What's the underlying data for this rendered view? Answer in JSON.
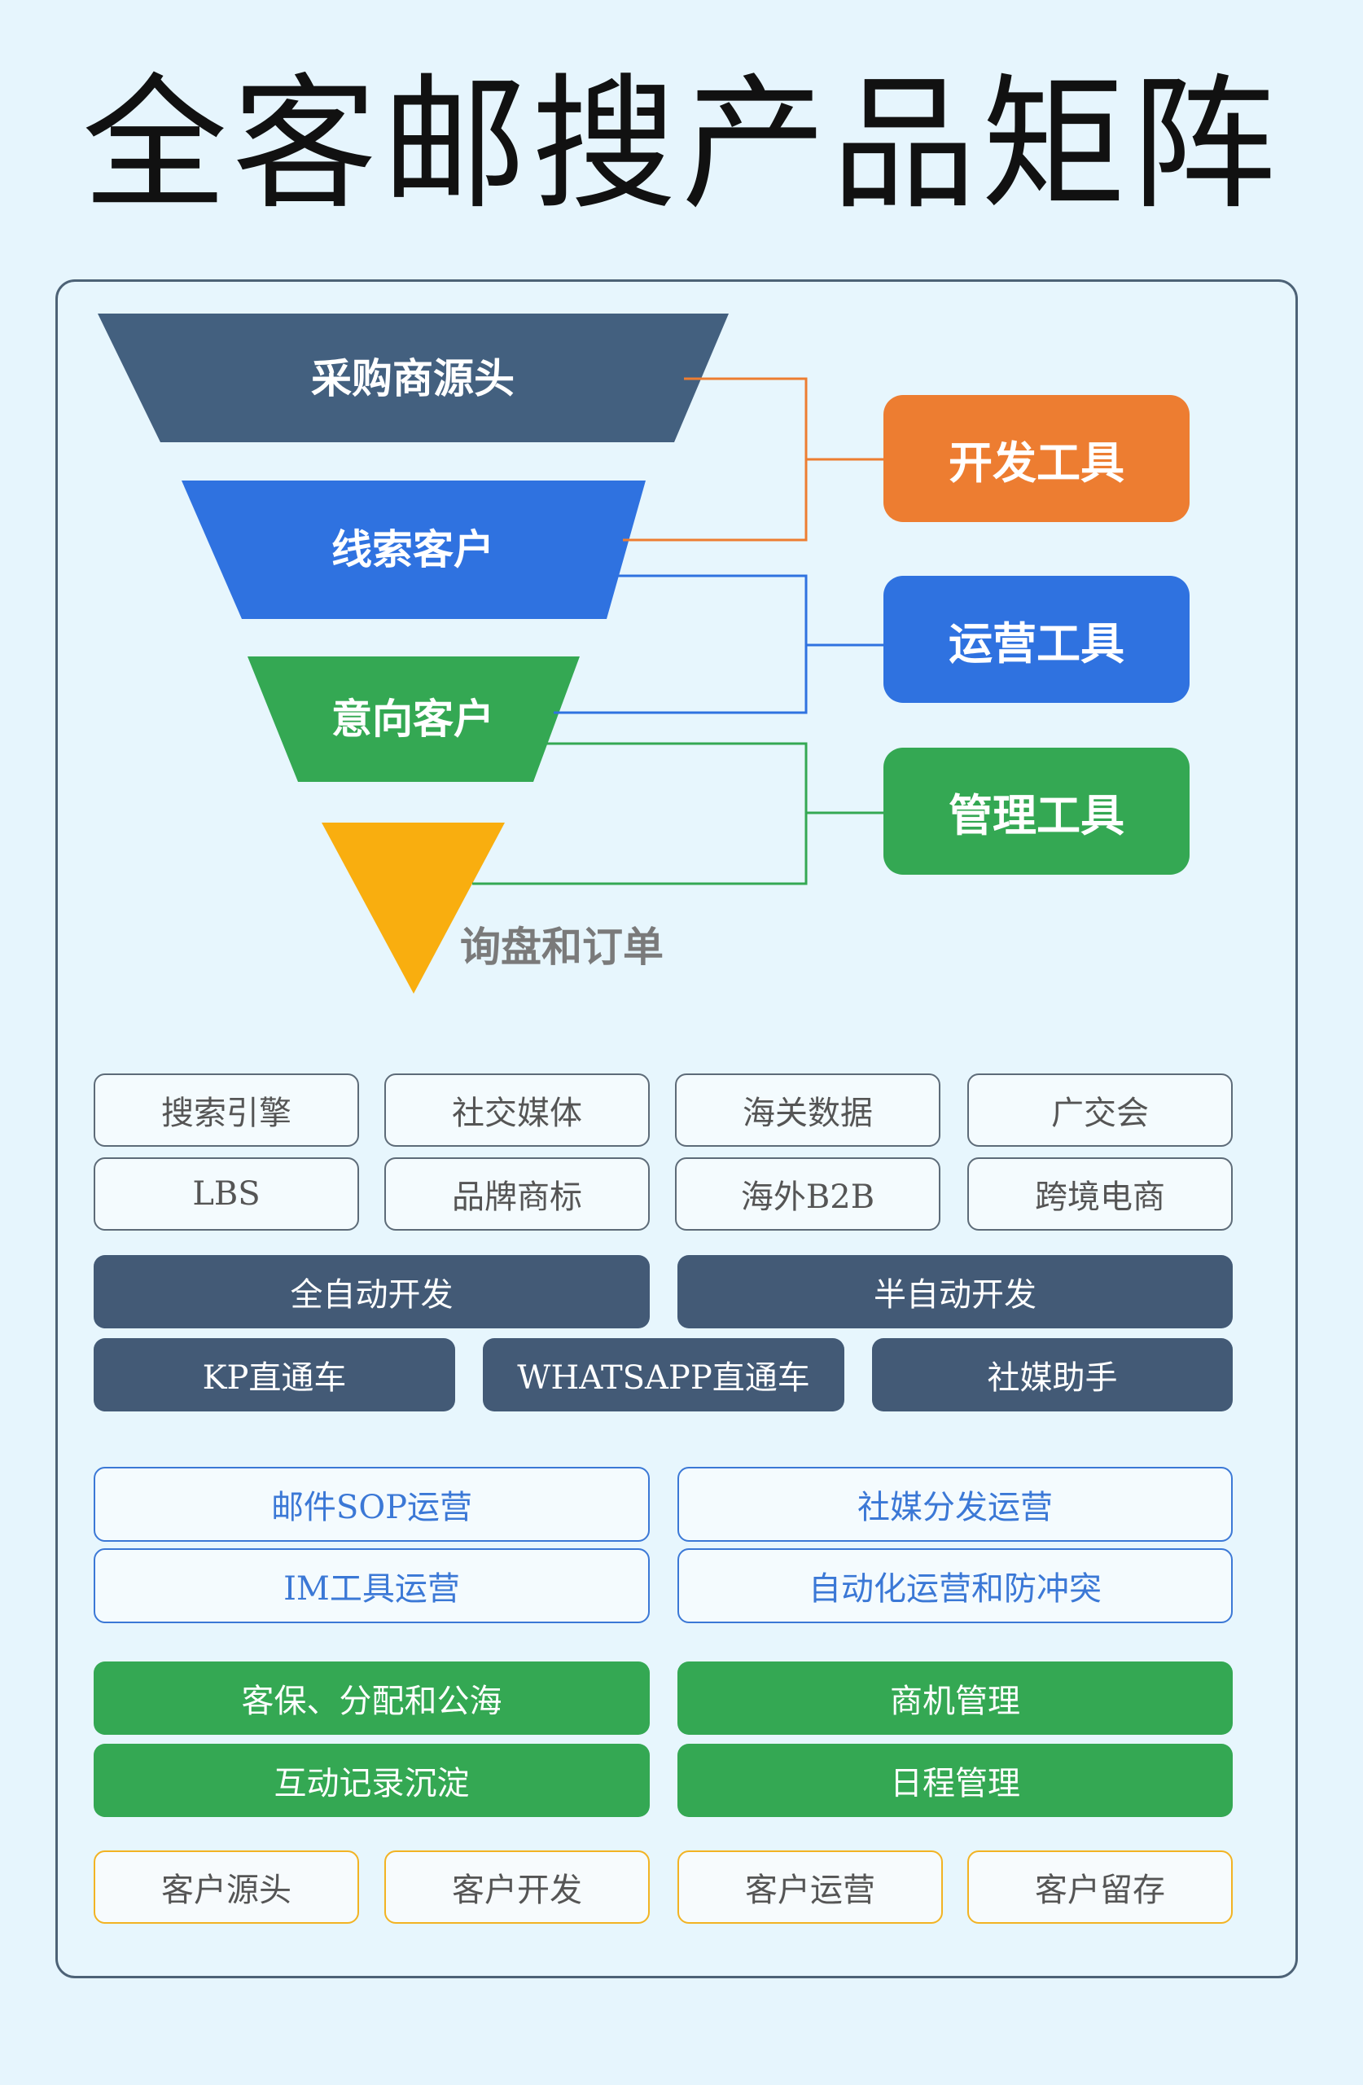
{
  "title": "全客邮搜产品矩阵",
  "funnel": {
    "levels": [
      "采购商源头",
      "线索客户",
      "意向客户"
    ],
    "bottom_label": "询盘和订单"
  },
  "tools": [
    "开发工具",
    "运营工具",
    "管理工具"
  ],
  "colors": {
    "level1": "#43607f",
    "level2": "#2f72e0",
    "level3": "#34a853",
    "level4": "#f9ae0f",
    "dev_tool": "#ed7d31",
    "ops_tool": "#2f72e0",
    "mgmt_tool": "#34a853"
  },
  "sources": {
    "row1": [
      "搜索引擎",
      "社交媒体",
      "海关数据",
      "广交会"
    ],
    "row2": [
      "LBS",
      "品牌商标",
      "海外B2B",
      "跨境电商"
    ]
  },
  "dev_features": {
    "row1": [
      "全自动开发",
      "半自动开发"
    ],
    "row2": [
      "KP直通车",
      "WHATSAPP直通车",
      "社媒助手"
    ]
  },
  "ops_features": {
    "row1": [
      "邮件SOP运营",
      "社媒分发运营"
    ],
    "row2": [
      "IM工具运营",
      "自动化运营和防冲突"
    ]
  },
  "mgmt_features": {
    "row1": [
      "客保、分配和公海",
      "商机管理"
    ],
    "row2": [
      "互动记录沉淀",
      "日程管理"
    ]
  },
  "stages": [
    "客户源头",
    "客户开发",
    "客户运营",
    "客户留存"
  ]
}
